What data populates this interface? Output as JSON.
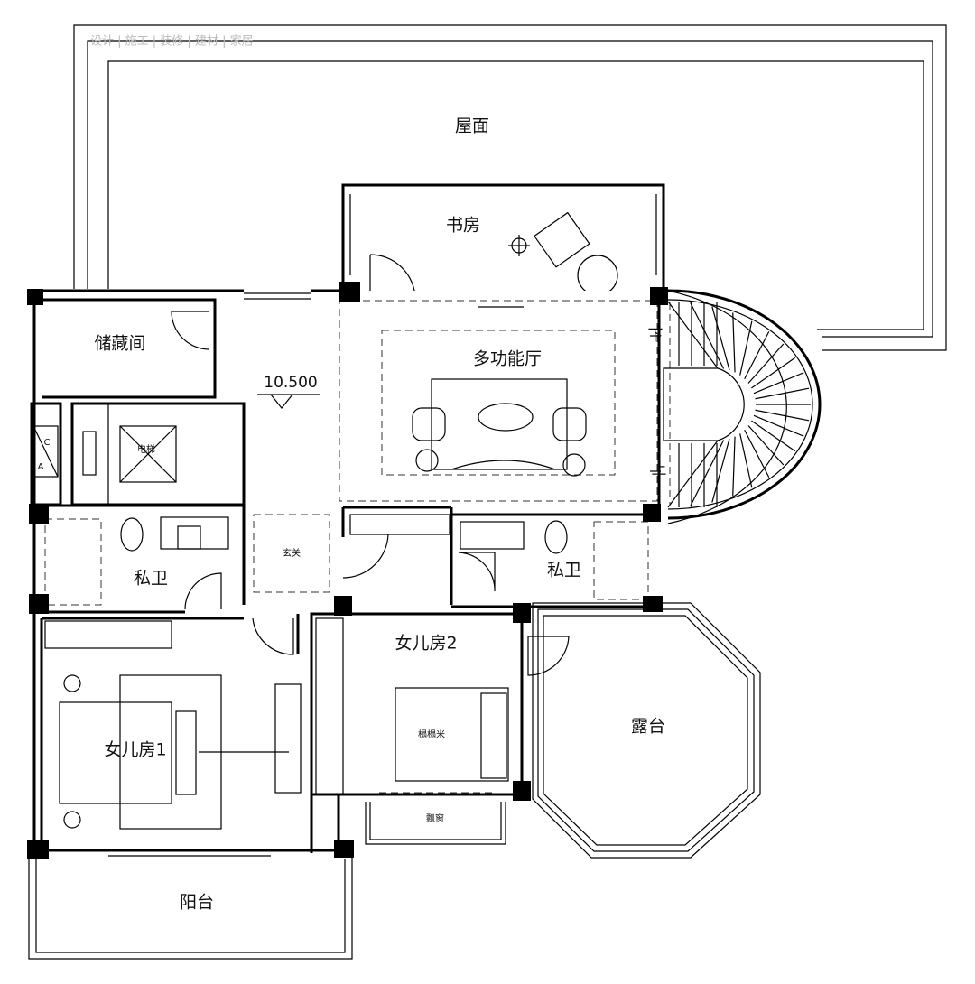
{
  "watermark": "设计 | 施工 | 装修 | 建材 | 家居",
  "rooms": {
    "roof": "屋面",
    "study": "书房",
    "storage": "储藏间",
    "multi_hall": "多功能厅",
    "elevator": "电梯",
    "bath_left": "私卫",
    "foyer": "玄关",
    "bath_right": "私卫",
    "daughter_room_2": "女儿房2",
    "terrace": "露台",
    "daughter_room_1": "女儿房1",
    "tatami": "榻榻米",
    "bay_window": "飘窗",
    "balcony": "阳台"
  },
  "elevation": "10.500",
  "stairs": {
    "up": "上",
    "down": "下"
  },
  "shaft_labels": {
    "c": "C",
    "a": "A"
  }
}
